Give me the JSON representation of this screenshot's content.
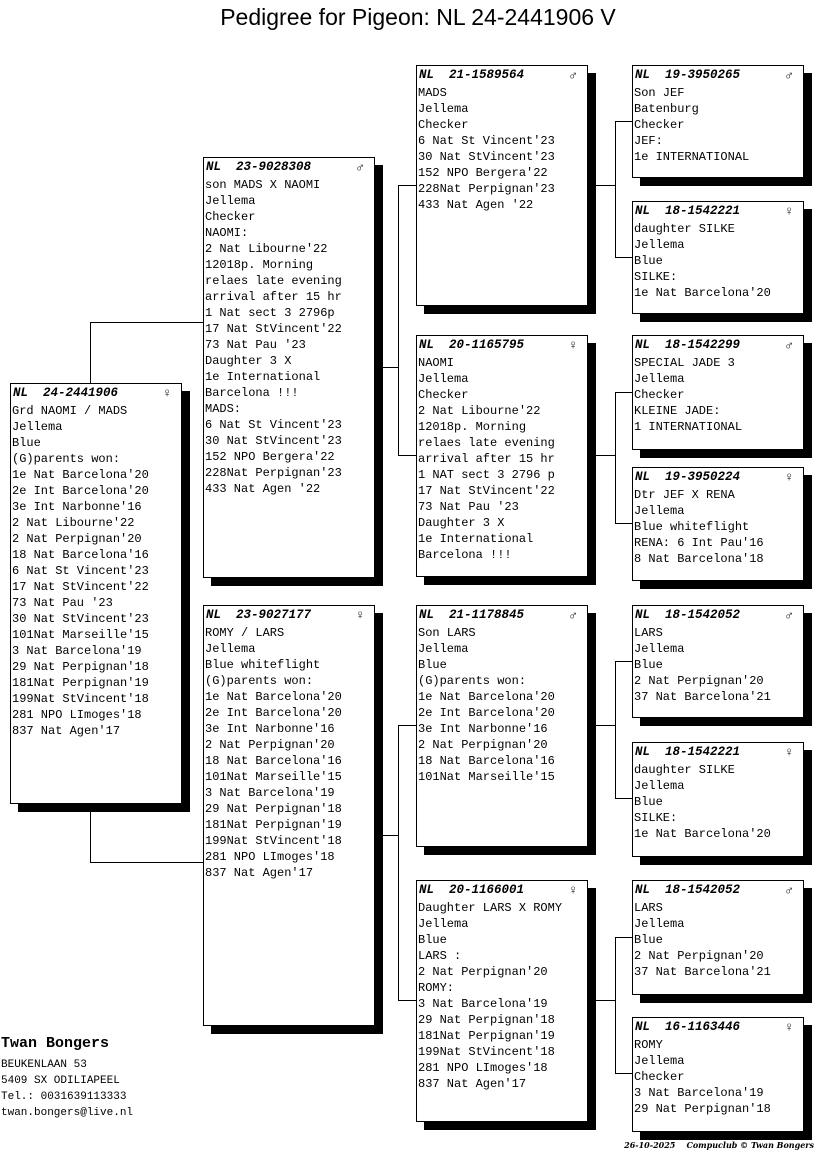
{
  "title": "Pedigree for Pigeon: NL  24-2441906 V",
  "pigeons": {
    "p1": {
      "ring": "NL  24-2441906",
      "sex": "♀",
      "lines": [
        "Grd NAOMI / MADS",
        "Jellema",
        "Blue",
        "(G)parents won:",
        "1e Nat Barcelona'20",
        "2e Int Barcelona'20",
        "3e Int Narbonne'16",
        "2 Nat Libourne'22",
        "2 Nat Perpignan'20",
        "18 Nat Barcelona'16",
        "6 Nat St Vincent'23",
        "17 Nat StVincent'22",
        "73 Nat Pau '23",
        "30 Nat StVincent'23",
        "101Nat Marseille'15",
        "3 Nat Barcelona'19",
        "29 Nat Perpignan'18",
        "181Nat Perpignan'19",
        "199Nat StVincent'18",
        "281 NPO LImoges'18",
        "837 Nat Agen'17"
      ]
    },
    "s": {
      "ring": "NL  23-9028308",
      "sex": "♂",
      "lines": [
        "son MADS X NAOMI",
        "Jellema",
        "Checker",
        "NAOMI:",
        "2 Nat Libourne'22",
        "12018p. Morning",
        "relaes late evening",
        "arrival after 15 hr",
        "1 Nat sect 3 2796p",
        "17 Nat StVincent'22",
        "73 Nat Pau '23",
        "Daughter 3 X",
        "1e International",
        "Barcelona !!!",
        "MADS:",
        "6 Nat St Vincent'23",
        "30 Nat StVincent'23",
        "152 NPO Bergera'22",
        "228Nat Perpignan'23",
        "433 Nat Agen '22"
      ]
    },
    "d": {
      "ring": "NL  23-9027177",
      "sex": "♀",
      "lines": [
        "ROMY / LARS",
        "Jellema",
        "Blue whiteflight",
        "(G)parents won:",
        "1e Nat Barcelona'20",
        "2e Int Barcelona'20",
        "3e Int Narbonne'16",
        "2 Nat Perpignan'20",
        "18 Nat Barcelona'16",
        "101Nat Marseille'15",
        "3 Nat Barcelona'19",
        "29 Nat Perpignan'18",
        "181Nat Perpignan'19",
        "199Nat StVincent'18",
        "281 NPO LImoges'18",
        "837 Nat Agen'17"
      ]
    },
    "ss": {
      "ring": "NL  21-1589564",
      "sex": "♂",
      "lines": [
        "MADS",
        "Jellema",
        "Checker",
        "6 Nat St Vincent'23",
        "30 Nat StVincent'23",
        "152 NPO Bergera'22",
        "228Nat Perpignan'23",
        "433 Nat Agen '22"
      ]
    },
    "sd": {
      "ring": "NL  20-1165795",
      "sex": "♀",
      "lines": [
        "NAOMI",
        "Jellema",
        "Checker",
        "2 Nat Libourne'22",
        "12018p. Morning",
        "relaes late evening",
        "arrival after 15 hr",
        "1 NAT sect 3 2796 p",
        "17 Nat StVincent'22",
        "73 Nat Pau '23",
        "Daughter 3 X",
        "1e International",
        "Barcelona !!!"
      ]
    },
    "ds": {
      "ring": "NL  21-1178845",
      "sex": "♂",
      "lines": [
        "Son LARS",
        "Jellema",
        "Blue",
        "(G)parents won:",
        "1e Nat Barcelona'20",
        "2e Int Barcelona'20",
        "3e Int Narbonne'16",
        "2 Nat Perpignan'20",
        "18 Nat Barcelona'16",
        "101Nat Marseille'15"
      ]
    },
    "dd": {
      "ring": "NL  20-1166001",
      "sex": "♀",
      "lines": [
        "Daughter LARS X ROMY",
        "Jellema",
        "Blue",
        "LARS :",
        "2 Nat Perpignan'20",
        "ROMY:",
        "3 Nat Barcelona'19",
        "29 Nat Perpignan'18",
        "181Nat Perpignan'19",
        "199Nat StVincent'18",
        "281 NPO LImoges'18",
        "837 Nat Agen'17"
      ]
    },
    "sss": {
      "ring": "NL  19-3950265",
      "sex": "♂",
      "lines": [
        "Son JEF",
        "Batenburg",
        "Checker",
        "JEF:",
        "1e INTERNATIONAL"
      ]
    },
    "ssd": {
      "ring": "NL  18-1542221",
      "sex": "♀",
      "lines": [
        "daughter SILKE",
        "Jellema",
        "Blue",
        "SILKE:",
        "1e Nat Barcelona'20"
      ]
    },
    "sds": {
      "ring": "NL  18-1542299",
      "sex": "♂",
      "lines": [
        "SPECIAL JADE 3",
        "Jellema",
        "Checker",
        "KLEINE JADE:",
        "1 INTERNATIONAL"
      ]
    },
    "sdd": {
      "ring": "NL  19-3950224",
      "sex": "♀",
      "lines": [
        "Dtr JEF X RENA",
        "Jellema",
        "Blue whiteflight",
        "RENA: 6 Int Pau'16",
        "8 Nat Barcelona'18"
      ]
    },
    "dss": {
      "ring": "NL  18-1542052",
      "sex": "♂",
      "lines": [
        "LARS",
        "Jellema",
        "Blue",
        "2 Nat Perpignan'20",
        "37 Nat Barcelona'21"
      ]
    },
    "dsd": {
      "ring": "NL  18-1542221",
      "sex": "♀",
      "lines": [
        "daughter SILKE",
        "Jellema",
        "Blue",
        "SILKE:",
        "1e Nat Barcelona'20"
      ]
    },
    "dds": {
      "ring": "NL  18-1542052",
      "sex": "♂",
      "lines": [
        "LARS",
        "Jellema",
        "Blue",
        "2 Nat Perpignan'20",
        "37 Nat Barcelona'21"
      ]
    },
    "ddd": {
      "ring": "NL  16-1163446",
      "sex": "♀",
      "lines": [
        "ROMY",
        "Jellema",
        "Checker",
        "3 Nat Barcelona'19",
        "29 Nat Perpignan'18"
      ]
    }
  },
  "owner": {
    "name": "Twan Bongers",
    "address": "BEUKENLAAN 53",
    "city": "5409 SX  ODILIAPEEL",
    "phone": "Tel.: 0031639113333",
    "email": "twan.bongers@live.nl"
  },
  "footer": {
    "date": "26-10-2025",
    "credit": "Compuclub © Twan Bongers"
  }
}
